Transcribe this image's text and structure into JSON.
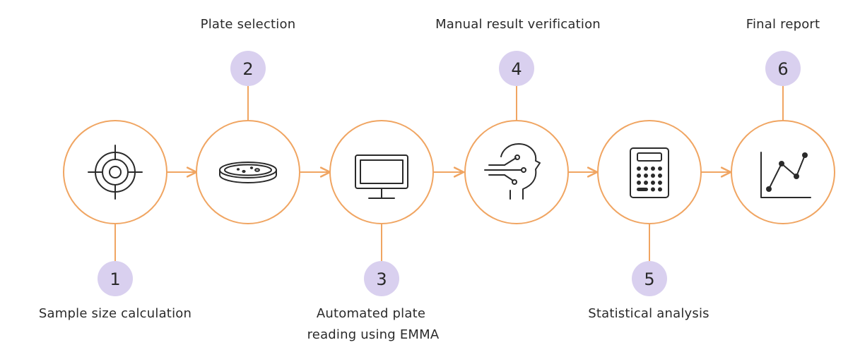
{
  "colors": {
    "accent": "#f0a562",
    "badge": "#d9d0ef",
    "text": "#2a2a2a",
    "background": "#ffffff"
  },
  "steps": [
    {
      "number": "1",
      "label_lines": [
        "Sample size calculation"
      ],
      "icon": "target-icon"
    },
    {
      "number": "2",
      "label_lines": [
        "Plate selection"
      ],
      "icon": "petri-dish-icon"
    },
    {
      "number": "3",
      "label_lines": [
        "Automated plate",
        "reading using EMMA"
      ],
      "icon": "monitor-icon"
    },
    {
      "number": "4",
      "label_lines": [
        "Manual result verification"
      ],
      "icon": "head-circuit-icon"
    },
    {
      "number": "5",
      "label_lines": [
        "Statistical analysis"
      ],
      "icon": "calculator-icon"
    },
    {
      "number": "6",
      "label_lines": [
        "Final report"
      ],
      "icon": "line-chart-icon"
    }
  ]
}
